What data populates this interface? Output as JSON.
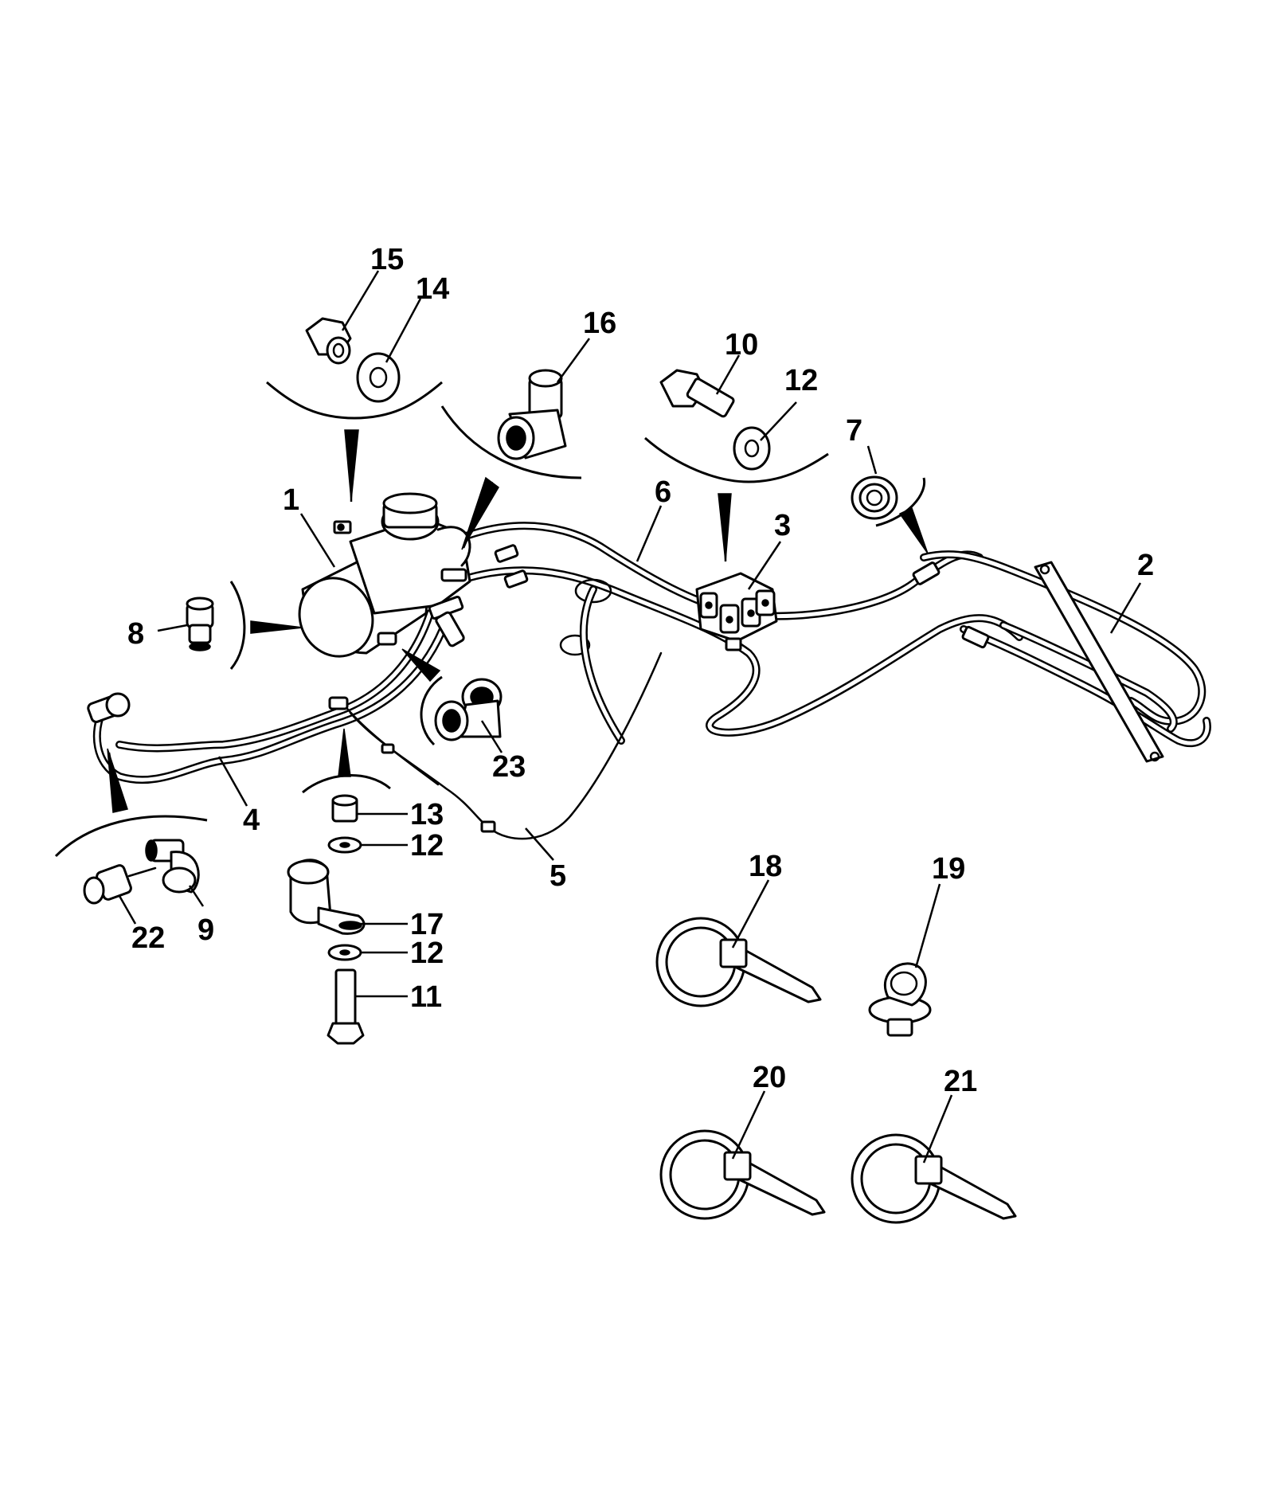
{
  "callouts": [
    {
      "id": "c1",
      "label": "1"
    },
    {
      "id": "c2",
      "label": "2"
    },
    {
      "id": "c3",
      "label": "3"
    },
    {
      "id": "c4",
      "label": "4"
    },
    {
      "id": "c5",
      "label": "5"
    },
    {
      "id": "c6",
      "label": "6"
    },
    {
      "id": "c7",
      "label": "7"
    },
    {
      "id": "c8",
      "label": "8"
    },
    {
      "id": "c9",
      "label": "9"
    },
    {
      "id": "c10",
      "label": "10"
    },
    {
      "id": "c11",
      "label": "11"
    },
    {
      "id": "c12a",
      "label": "12"
    },
    {
      "id": "c12b",
      "label": "12"
    },
    {
      "id": "c12c",
      "label": "12"
    },
    {
      "id": "c13",
      "label": "13"
    },
    {
      "id": "c14",
      "label": "14"
    },
    {
      "id": "c15",
      "label": "15"
    },
    {
      "id": "c16",
      "label": "16"
    },
    {
      "id": "c17",
      "label": "17"
    },
    {
      "id": "c18",
      "label": "18"
    },
    {
      "id": "c19",
      "label": "19"
    },
    {
      "id": "c20",
      "label": "20"
    },
    {
      "id": "c21",
      "label": "21"
    },
    {
      "id": "c22",
      "label": "22"
    },
    {
      "id": "c23",
      "label": "23"
    }
  ]
}
